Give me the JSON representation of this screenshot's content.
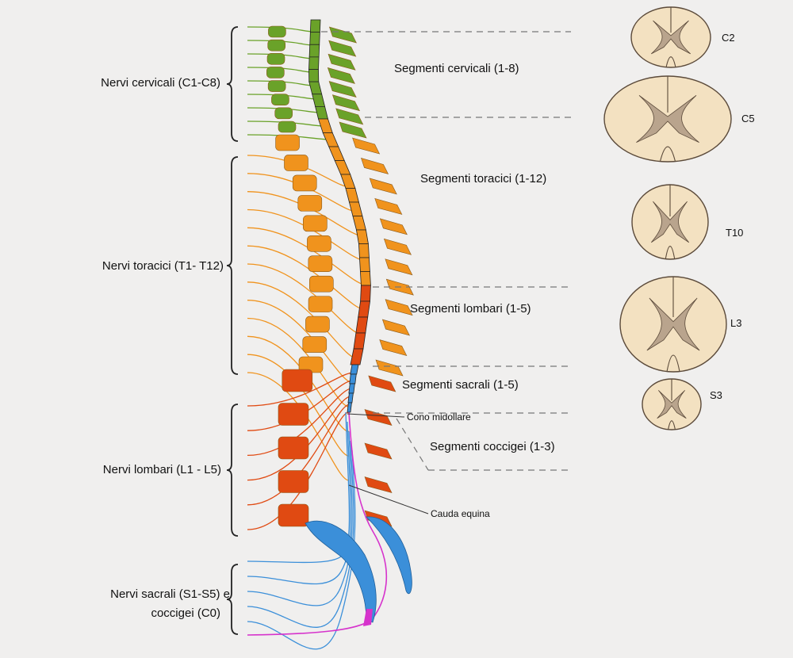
{
  "colors": {
    "background": "#f0efee",
    "cervical": "#6aa229",
    "thoracic": "#f0931d",
    "lumbar": "#e04a12",
    "sacral": "#3b8fd9",
    "coccygeal": "#d633cc",
    "section_outer": "#f3e1c1",
    "section_grey": "#b9a48d",
    "outline": "#5b4a3a"
  },
  "nerve_labels": {
    "cervical": "Nervi cervicali (C1-C8)",
    "thoracic": "Nervi toracici (T1- T12)",
    "lumbar": "Nervi lombari (L1 - L5)",
    "sacral_line1": "Nervi sacrali (S1-S5) e",
    "sacral_line2": "coccigei (C0)"
  },
  "segment_labels": {
    "cervical": "Segmenti cervicali (1-8)",
    "thoracic": "Segmenti toracici (1-12)",
    "lumbar": "Segmenti lombari (1-5)",
    "sacral": "Segmenti sacrali (1-5)",
    "coccygeal": "Segmenti coccigei (1-3)"
  },
  "annotations": {
    "conus": "Cono midollare",
    "cauda": "Cauda equina"
  },
  "sections": [
    "C2",
    "C5",
    "T10",
    "L3",
    "S3"
  ]
}
